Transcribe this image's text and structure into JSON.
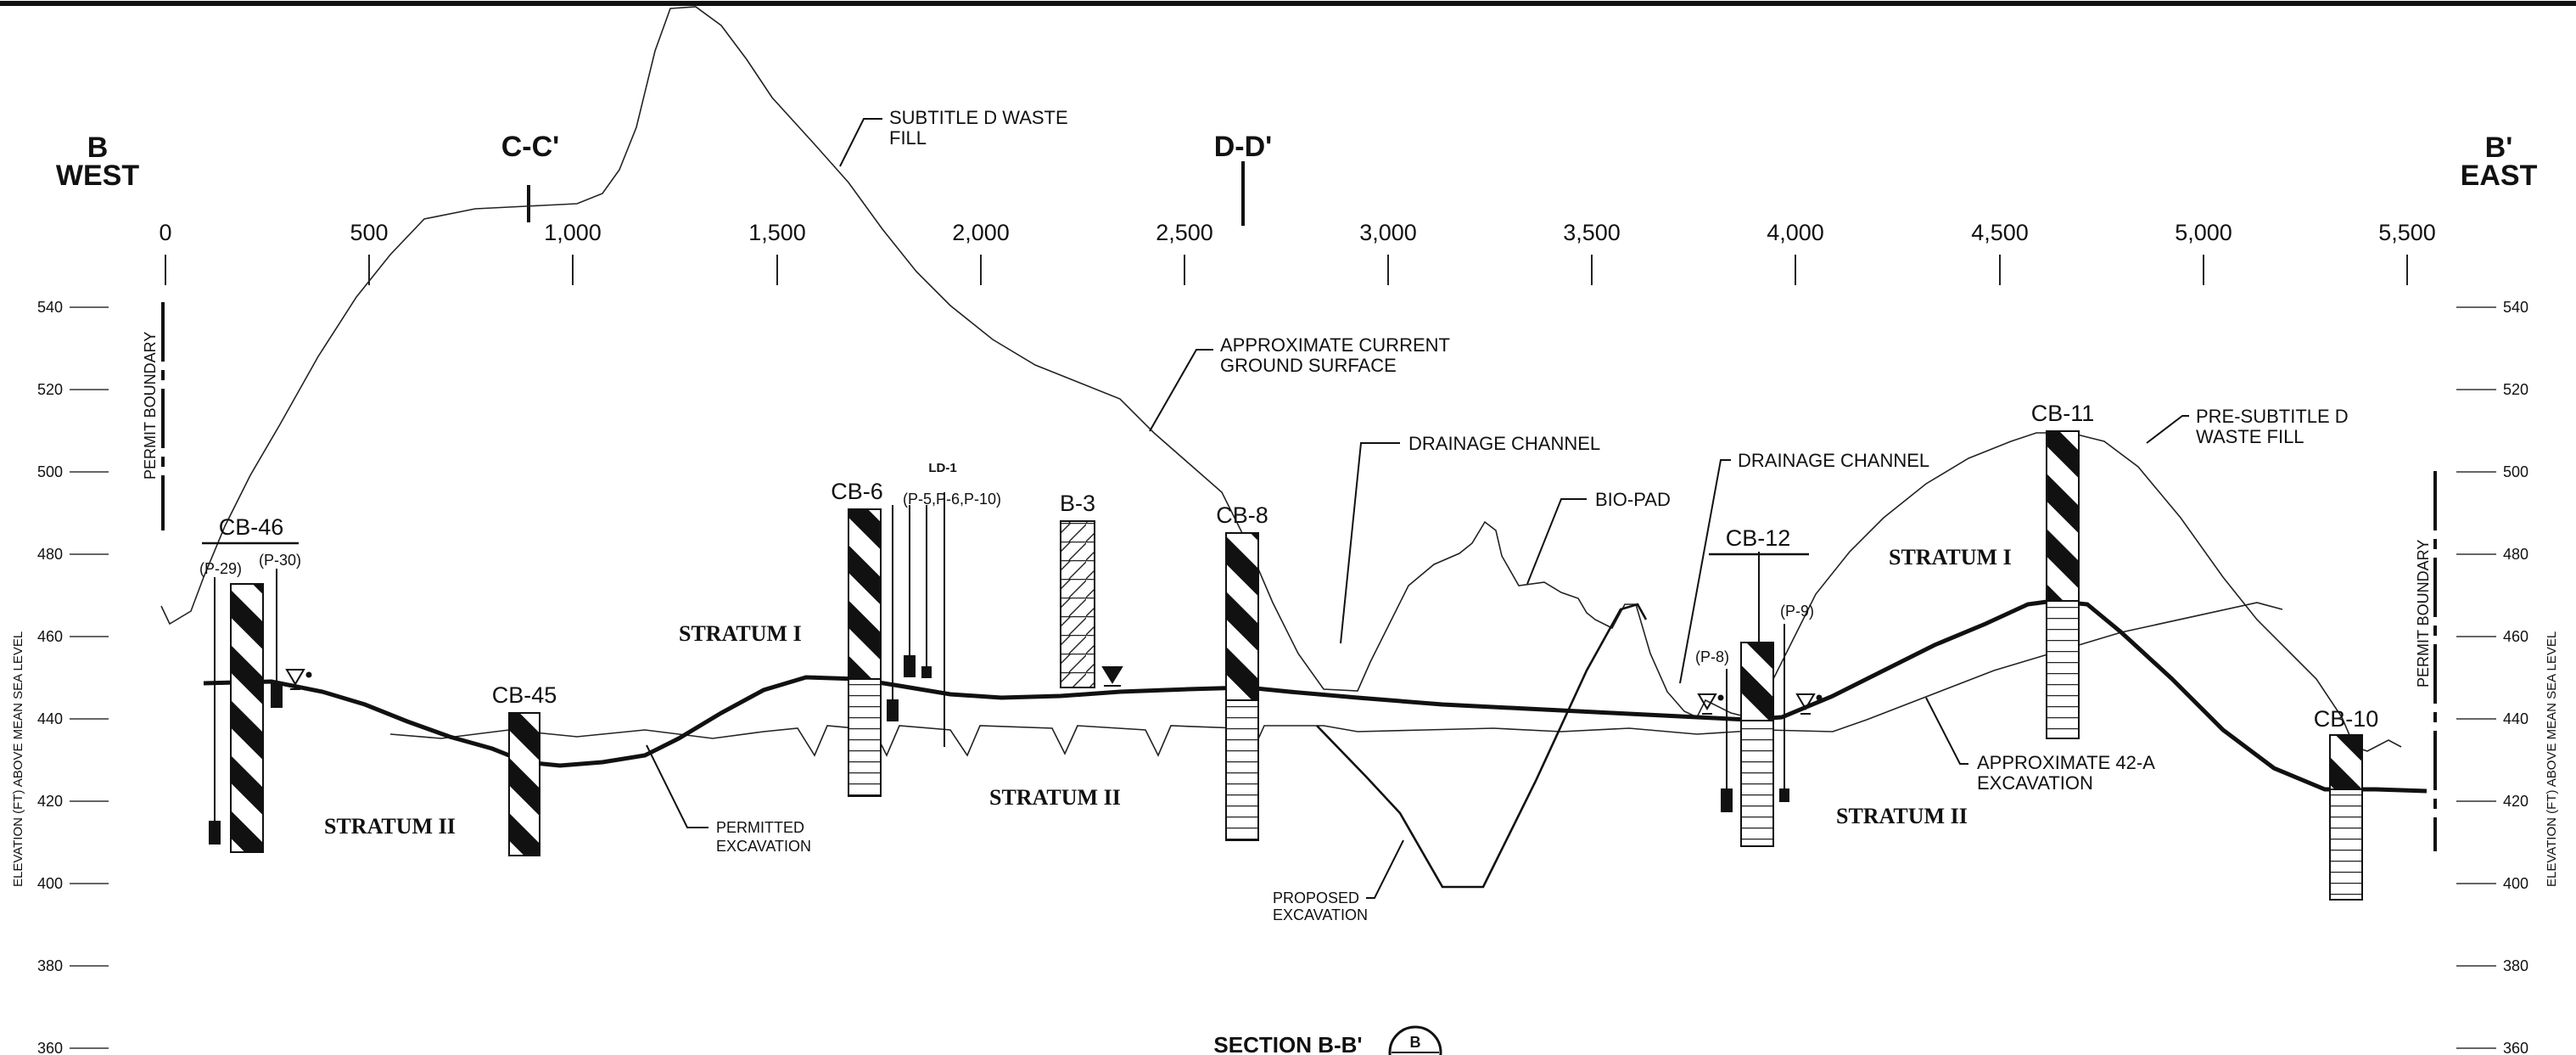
{
  "section": {
    "left_end": {
      "letter": "B",
      "direction": "WEST"
    },
    "right_end": {
      "letter": "B'",
      "direction": "EAST"
    },
    "cross_sections": [
      "C-C'",
      "D-D'"
    ],
    "title": "SECTION B-B'",
    "title_marker": "B"
  },
  "distance_axis": {
    "ticks": [
      "0",
      "500",
      "1,000",
      "1,500",
      "2,000",
      "2,500",
      "3,000",
      "3,500",
      "4,000",
      "4,500",
      "5,000",
      "5,500"
    ]
  },
  "elevation_axis": {
    "label": "ELEVATION (FT) ABOVE MEAN SEA LEVEL",
    "ticks": [
      "540",
      "520",
      "500",
      "480",
      "460",
      "440",
      "420",
      "400",
      "380",
      "360"
    ]
  },
  "annotations": {
    "subtitle_d_fill": [
      "SUBTITLE D WASTE",
      "FILL"
    ],
    "ground_surface": [
      "APPROXIMATE CURRENT",
      "GROUND SURFACE"
    ],
    "drainage_channel_1": "DRAINAGE CHANNEL",
    "drainage_channel_2": "DRAINAGE CHANNEL",
    "bio_pad": "BIO-PAD",
    "pre_subtitle_d": [
      "PRE-SUBTITLE D",
      "WASTE FILL"
    ],
    "permitted_excavation": [
      "PERMITTED",
      "EXCAVATION"
    ],
    "proposed_excavation": [
      "PROPOSED",
      "EXCAVATION"
    ],
    "approx_42a": [
      "APPROXIMATE 42-A",
      "EXCAVATION"
    ],
    "permit_boundary": "PERMIT BOUNDARY"
  },
  "strata": {
    "stratum_1": "STRATUM I",
    "stratum_2": "STRATUM II"
  },
  "borings": {
    "cb46": "CB-46",
    "cb45": "CB-45",
    "cb6": "CB-6",
    "b3": "B-3",
    "cb8": "CB-8",
    "cb12": "CB-12",
    "cb11": "CB-11",
    "cb10": "CB-10",
    "ld1": "LD-1"
  },
  "piezometers": {
    "p29": "(P-29)",
    "p30": "(P-30)",
    "p5_6_10": "(P-5,P-6,P-10)",
    "p8": "(P-8)",
    "p9": "(P-9)"
  }
}
